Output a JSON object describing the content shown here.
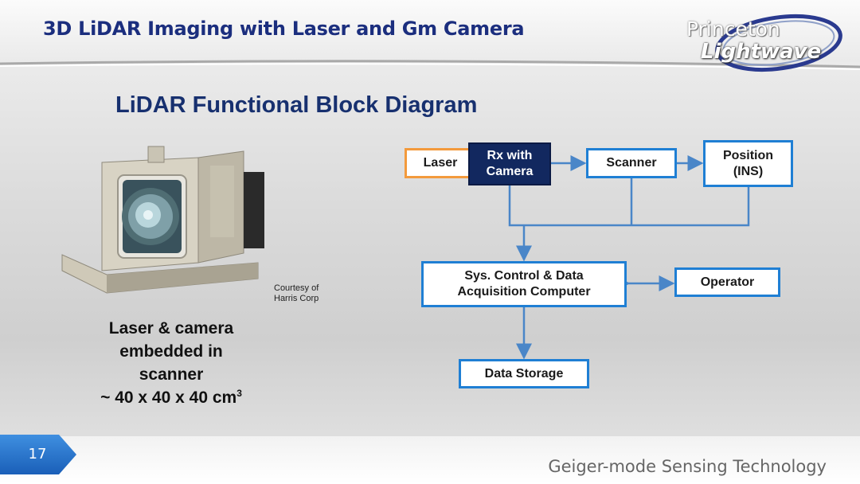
{
  "header": {
    "title": "3D LiDAR Imaging with Laser and Gm Camera",
    "logo": {
      "line1": "Princeton",
      "line2": "Lightwave"
    }
  },
  "diagram": {
    "title": "LiDAR Functional Block Diagram",
    "blocks": {
      "laser": "Laser",
      "rx_line1": "Rx with",
      "rx_line2": "Camera",
      "scanner": "Scanner",
      "position_line1": "Position",
      "position_line2": "(INS)",
      "syscontrol_line1": "Sys. Control & Data",
      "syscontrol_line2": "Acquisition Computer",
      "operator": "Operator",
      "storage": "Data Storage"
    }
  },
  "photo": {
    "credit_line1": "Courtesy of",
    "credit_line2": "Harris Corp"
  },
  "caption": {
    "line1": "Laser & camera",
    "line2": "embedded in",
    "line3": "scanner",
    "line4": "~ 40 x 40 x 40 cm",
    "line4_sup": "3"
  },
  "footer": {
    "page_number": "17",
    "text": "Geiger-mode Sensing Technology"
  },
  "colors": {
    "title": "#1b2e7e",
    "block_border": "#1f7fd4",
    "laser_border": "#f39a3c",
    "rx_fill": "#12285f",
    "page_tab": "#1f6fc8"
  }
}
